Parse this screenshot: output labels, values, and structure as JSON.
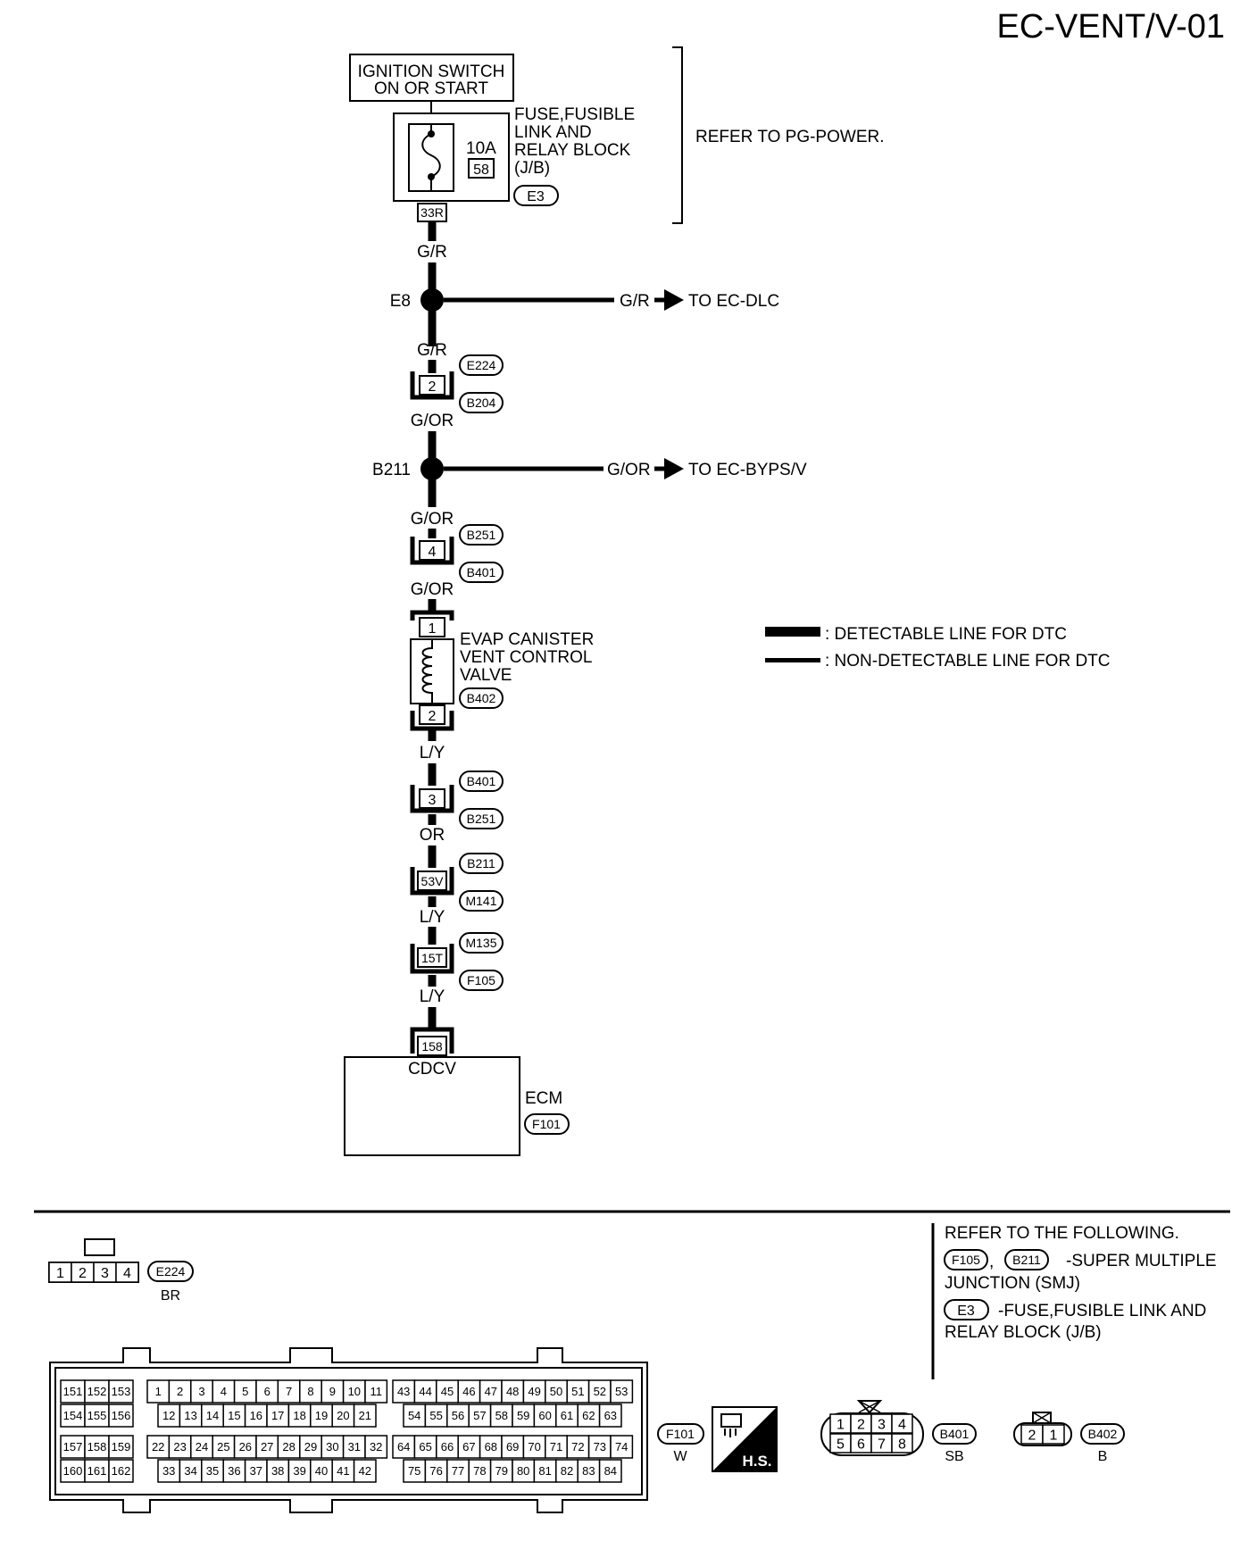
{
  "title": "EC-VENT/V-01",
  "ignition": {
    "line1": "IGNITION SWITCH",
    "line2": "ON OR START"
  },
  "fuse_block": {
    "label_lines": [
      "FUSE,FUSIBLE",
      "LINK AND",
      "RELAY BLOCK",
      "(J/B)"
    ],
    "amp": "10A",
    "fuse_no": "58",
    "conn": "E3",
    "pin": "33R"
  },
  "refer_power": "REFER TO PG-POWER.",
  "wires": {
    "w1": "G/R",
    "w2": "G/R",
    "w3": "G/OR",
    "w4": "G/OR",
    "w5": "G/OR",
    "w6": "L/Y",
    "w7": "OR",
    "w8": "L/Y",
    "w9": "L/Y"
  },
  "splices": [
    {
      "name": "E8",
      "wire": "G/R",
      "dest": "TO EC-DLC"
    },
    {
      "name": "B211",
      "wire": "G/OR",
      "dest": "TO EC-BYPS/V"
    }
  ],
  "connectors": [
    {
      "pin": "2",
      "top": "E224",
      "bottom": "B204"
    },
    {
      "pin": "4",
      "top": "B251",
      "bottom": "B401"
    },
    {
      "pin": "3",
      "top": "B401",
      "bottom": "B251"
    },
    {
      "pin": "53V",
      "top": "B211",
      "bottom": "M141"
    },
    {
      "pin": "15T",
      "top": "M135",
      "bottom": "F105"
    }
  ],
  "valve": {
    "label_lines": [
      "EVAP CANISTER",
      "VENT CONTROL",
      "VALVE"
    ],
    "pin_top": "1",
    "pin_bottom": "2",
    "conn": "B402"
  },
  "ecm": {
    "pin": "158",
    "signal": "CDCV",
    "label": "ECM",
    "conn": "F101"
  },
  "legend": {
    "detectable": ": DETECTABLE LINE FOR DTC",
    "non_detectable": ": NON-DETECTABLE LINE FOR DTC"
  },
  "refer_following": {
    "heading": "REFER TO THE FOLLOWING.",
    "smj_conn1": "F105",
    "sep": ",",
    "smj_conn2": "B211",
    "smj_line1": "-SUPER MULTIPLE",
    "smj_line2": "JUNCTION (SMJ)",
    "jb_conn": "E3",
    "jb_line1": "-FUSE,FUSIBLE LINK AND",
    "jb_line2": "RELAY BLOCK (J/B)"
  },
  "face_views": {
    "e224": {
      "pins": [
        "1",
        "2",
        "3",
        "4"
      ],
      "conn": "E224",
      "color": "BR"
    },
    "f101": {
      "row1a": [
        "151",
        "152",
        "153"
      ],
      "row1b": [
        "1",
        "2",
        "3",
        "4",
        "5",
        "6",
        "7",
        "8",
        "9",
        "10",
        "11"
      ],
      "row1c": [
        "43",
        "44",
        "45",
        "46",
        "47",
        "48",
        "49",
        "50",
        "51",
        "52",
        "53"
      ],
      "row2a": [
        "154",
        "155",
        "156"
      ],
      "row2b": [
        "12",
        "13",
        "14",
        "15",
        "16",
        "17",
        "18",
        "19",
        "20",
        "21"
      ],
      "row2c": [
        "54",
        "55",
        "56",
        "57",
        "58",
        "59",
        "60",
        "61",
        "62",
        "63"
      ],
      "row3a": [
        "157",
        "158",
        "159"
      ],
      "row3b": [
        "22",
        "23",
        "24",
        "25",
        "26",
        "27",
        "28",
        "29",
        "30",
        "31",
        "32"
      ],
      "row3c": [
        "64",
        "65",
        "66",
        "67",
        "68",
        "69",
        "70",
        "71",
        "72",
        "73",
        "74"
      ],
      "row4a": [
        "160",
        "161",
        "162"
      ],
      "row4b": [
        "33",
        "34",
        "35",
        "36",
        "37",
        "38",
        "39",
        "40",
        "41",
        "42"
      ],
      "row4c": [
        "75",
        "76",
        "77",
        "78",
        "79",
        "80",
        "81",
        "82",
        "83",
        "84"
      ],
      "conn": "F101",
      "color": "W",
      "hs": "H.S."
    },
    "b401": {
      "row1": [
        "1",
        "2",
        "3",
        "4"
      ],
      "row2": [
        "5",
        "6",
        "7",
        "8"
      ],
      "conn": "B401",
      "color": "SB"
    },
    "b402": {
      "pins": [
        "2",
        "1"
      ],
      "conn": "B402",
      "color": "B"
    }
  },
  "colors": {
    "ink": "#000000",
    "paper": "#ffffff"
  }
}
